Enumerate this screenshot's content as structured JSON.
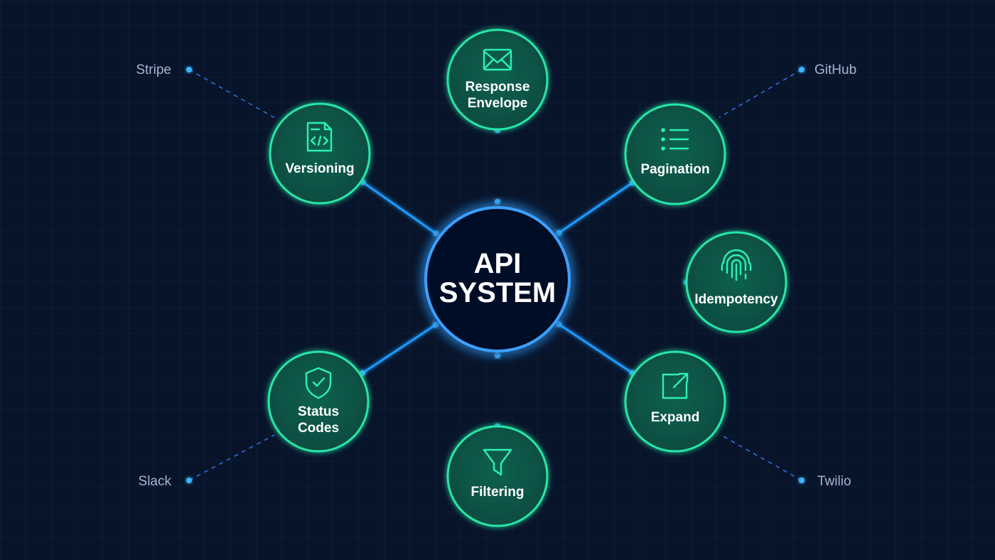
{
  "center": {
    "line1": "API",
    "line2": "SYSTEM"
  },
  "nodes": [
    {
      "id": "response-envelope",
      "lines": [
        "Response",
        "Envelope"
      ],
      "icon": "envelope-icon"
    },
    {
      "id": "pagination",
      "lines": [
        "Pagination"
      ],
      "icon": "list-icon"
    },
    {
      "id": "idempotency",
      "lines": [
        "Idempotency"
      ],
      "icon": "fingerprint-icon"
    },
    {
      "id": "expand",
      "lines": [
        "Expand"
      ],
      "icon": "external-link-icon"
    },
    {
      "id": "filtering",
      "lines": [
        "Filtering"
      ],
      "icon": "funnel-icon"
    },
    {
      "id": "status-codes",
      "lines": [
        "Status",
        "Codes"
      ],
      "icon": "shield-check-icon"
    },
    {
      "id": "versioning",
      "lines": [
        "Versioning"
      ],
      "icon": "code-file-icon"
    }
  ],
  "companies": [
    {
      "id": "stripe",
      "label": "Stripe"
    },
    {
      "id": "github",
      "label": "GitHub"
    },
    {
      "id": "slack",
      "label": "Slack"
    },
    {
      "id": "twilio",
      "label": "Twilio"
    }
  ],
  "colors": {
    "background": "#08142a",
    "node_stroke": "#27e6a8",
    "icon": "#2ef0b4",
    "spoke": "#1f9bff",
    "company_text": "#aab4d0"
  }
}
